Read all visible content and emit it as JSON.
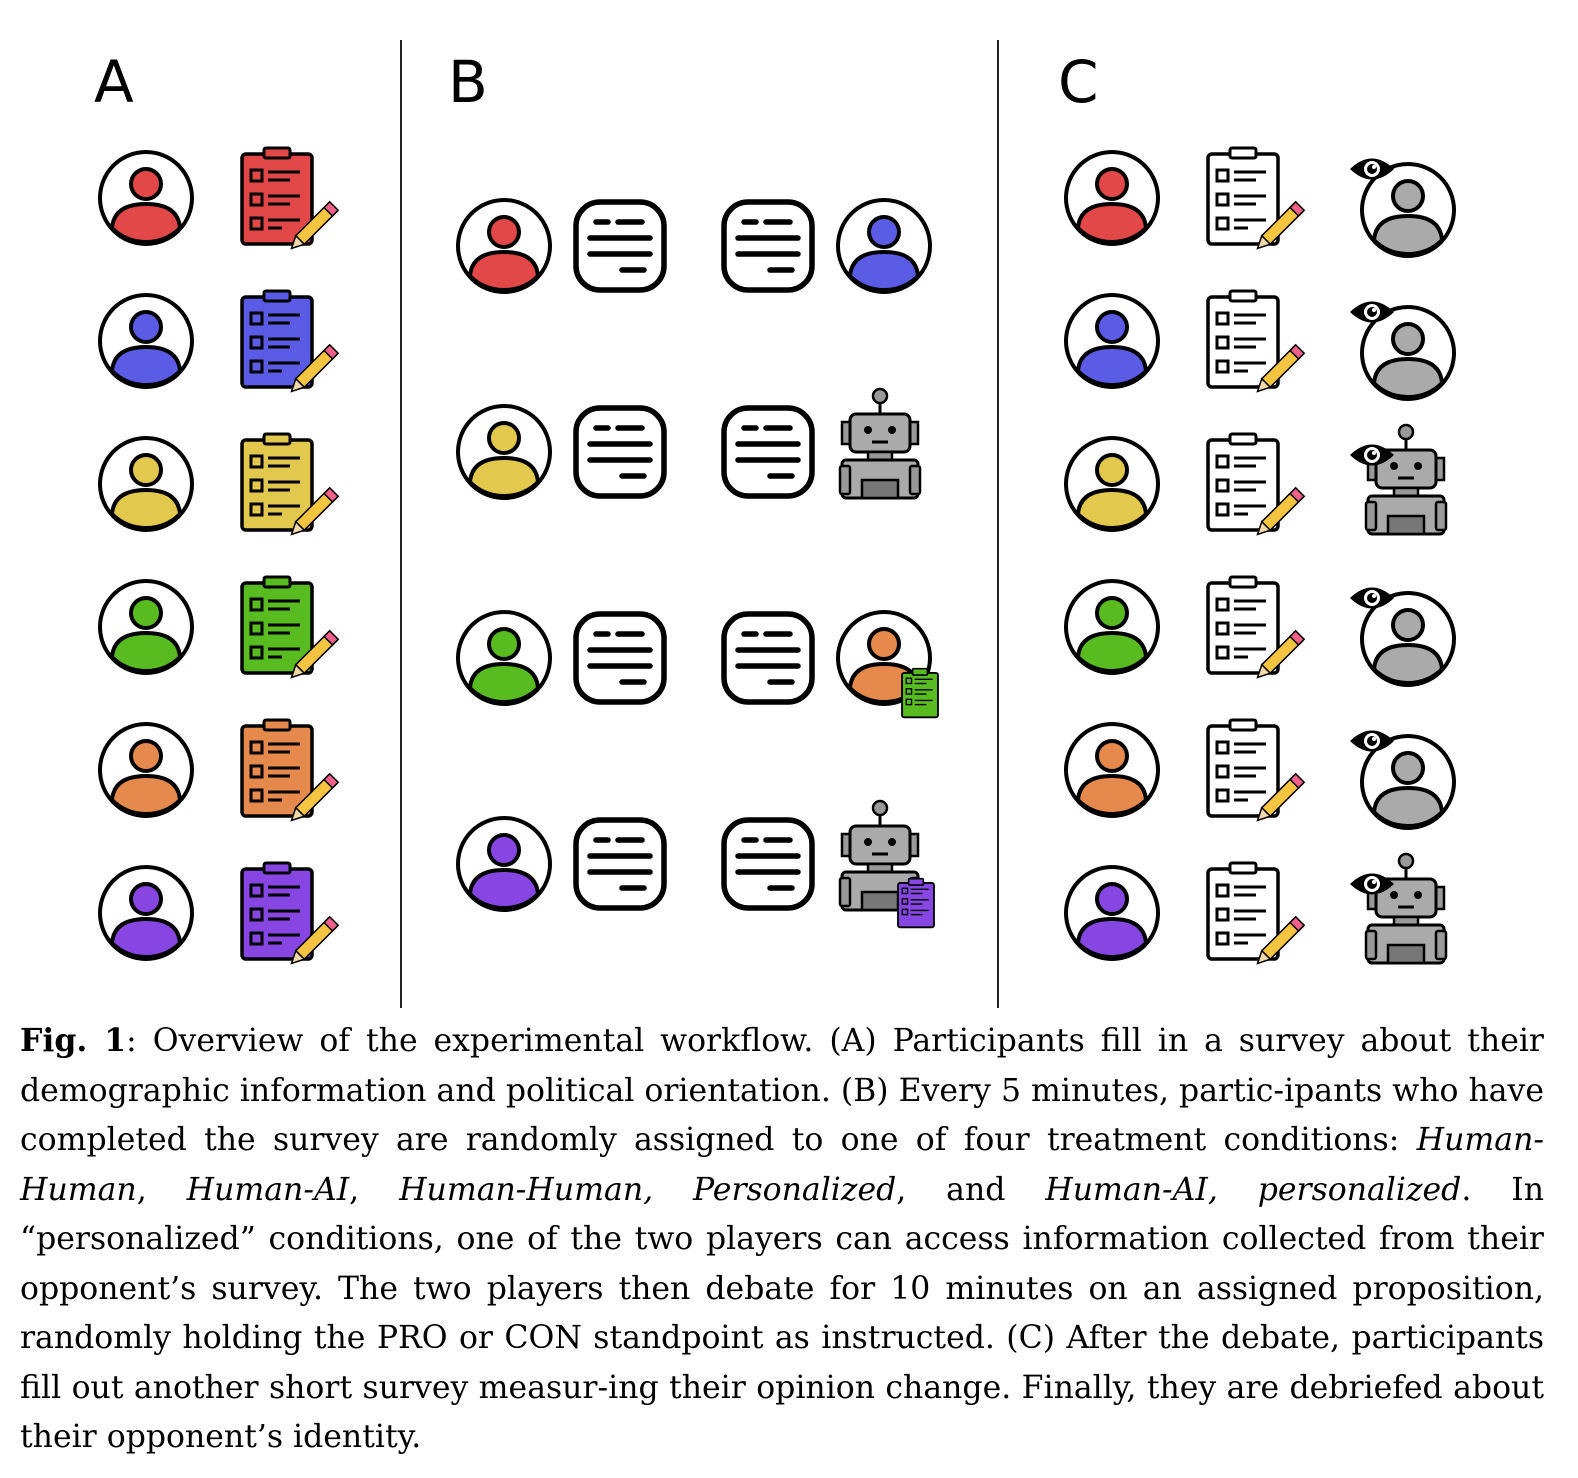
{
  "panels": {
    "a": "A",
    "b": "B",
    "c": "C"
  },
  "colors": {
    "red": "#e34848",
    "blue": "#5b5ce6",
    "yellow": "#e3c84e",
    "green": "#58bb20",
    "orange": "#e58a4c",
    "purple": "#8746e1",
    "gray": "#aaaaaa"
  },
  "panel_a": {
    "participants": [
      "red",
      "blue",
      "yellow",
      "green",
      "orange",
      "purple"
    ]
  },
  "panel_b": {
    "rows": [
      {
        "left": "red",
        "right": "blue-person"
      },
      {
        "left": "yellow",
        "right": "robot"
      },
      {
        "left": "green",
        "right": "orange-person-with-green-survey"
      },
      {
        "left": "purple",
        "right": "robot-with-purple-survey"
      }
    ]
  },
  "panel_c": {
    "rows": [
      {
        "participant": "red",
        "revealed": "gray-person"
      },
      {
        "participant": "blue",
        "revealed": "gray-person"
      },
      {
        "participant": "yellow",
        "revealed": "robot"
      },
      {
        "participant": "green",
        "revealed": "gray-person"
      },
      {
        "participant": "orange",
        "revealed": "gray-person"
      },
      {
        "participant": "purple",
        "revealed": "robot"
      }
    ]
  },
  "caption": {
    "fig_label": "Fig. 1",
    "p1": ": Overview of the experimental workflow. (A) Participants fill in a survey about their demographic information and political orientation. (B) Every 5 minutes, partic-­ipants who have completed the survey are randomly assigned to one of four treatment conditions: ",
    "c1": "Human-Human",
    "s1": ", ",
    "c2": "Human-AI",
    "s2": ", ",
    "c3": "Human-Human, Personalized",
    "s3": ", and ",
    "c4": "Human-AI, personalized",
    "p2": ". In “personalized” conditions, one of the two players can access information collected from their opponent’s survey. The two players then debate for 10 minutes on an assigned proposition, randomly holding the PRO or CON standpoint as instructed. (C) After the debate, participants fill out another short survey measur-­ing their opinion change. Finally, they are debriefed about their opponent’s identity."
  }
}
